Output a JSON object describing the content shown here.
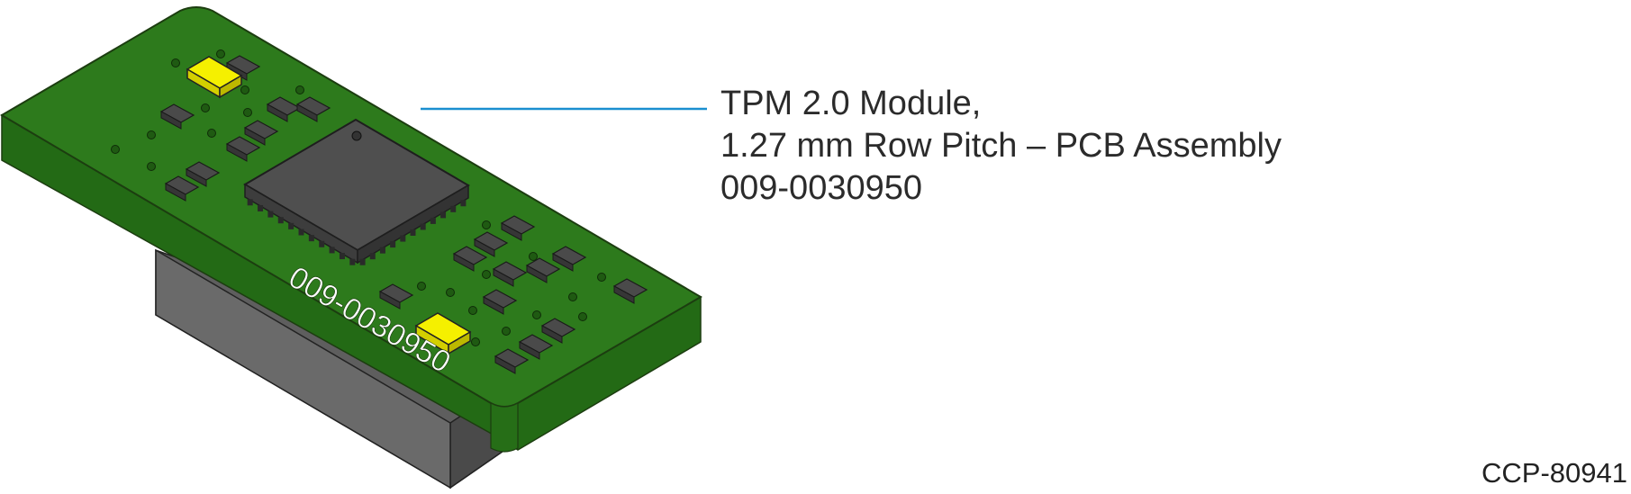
{
  "callout": {
    "line1": "TPM 2.0 Module,",
    "line2": "1.27 mm Row Pitch – PCB Assembly",
    "line3": "009-0030950"
  },
  "board": {
    "silkscreen_label": "009-0030950"
  },
  "drawing_id": "CCP-80941",
  "colors": {
    "pcb_top": "#2d7a1c",
    "pcb_edge": "#236a15",
    "connector": "#5a5a5a",
    "chip": "#4f4f4f",
    "highlight_component": "#f5f000",
    "leader_line": "#1a8fd0"
  }
}
